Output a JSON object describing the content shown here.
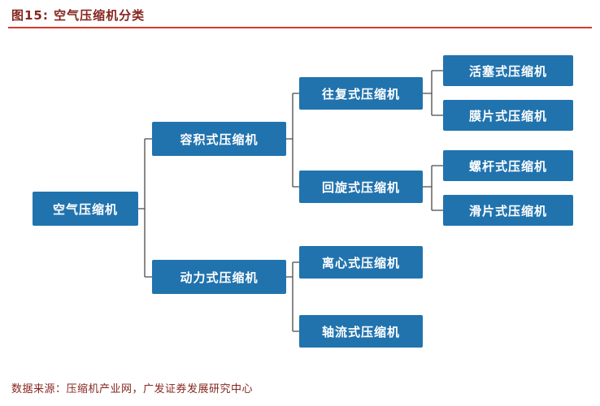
{
  "header": {
    "title": "图15:  空气压缩机分类"
  },
  "tree": {
    "root": {
      "label": "空气压缩机",
      "children": [
        {
          "label": "容积式压缩机",
          "children": [
            {
              "label": "往复式压缩机",
              "children": [
                {
                  "label": "活塞式压缩机"
                },
                {
                  "label": "膜片式压缩机"
                }
              ]
            },
            {
              "label": "回旋式压缩机",
              "children": [
                {
                  "label": "螺杆式压缩机"
                },
                {
                  "label": "滑片式压缩机"
                }
              ]
            }
          ]
        },
        {
          "label": "动力式压缩机",
          "children": [
            {
              "label": "离心式压缩机"
            },
            {
              "label": "轴流式压缩机"
            }
          ]
        }
      ]
    }
  },
  "footer": {
    "source": "数据来源：压缩机产业网，广发证券发展研究中心"
  },
  "colors": {
    "node_background": "#2173ae",
    "node_text": "#ffffff",
    "title_text": "#86261f",
    "title_rule": "#d63a2c",
    "connector_line": "#4a4a4a",
    "source_text": "#86261f"
  }
}
